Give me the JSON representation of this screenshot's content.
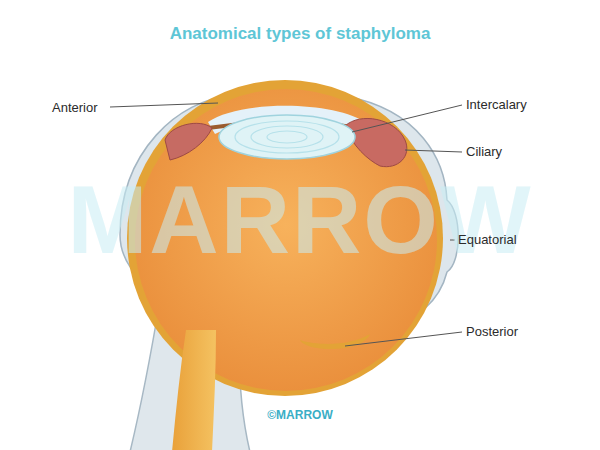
{
  "diagram": {
    "title": "Anatomical types of staphyloma",
    "labels": [
      "MARROW",
      "Anterior",
      "Intercalary",
      "Ciliary",
      "Equatorial",
      "Posterior",
      "©MARROW"
    ]
  }
}
